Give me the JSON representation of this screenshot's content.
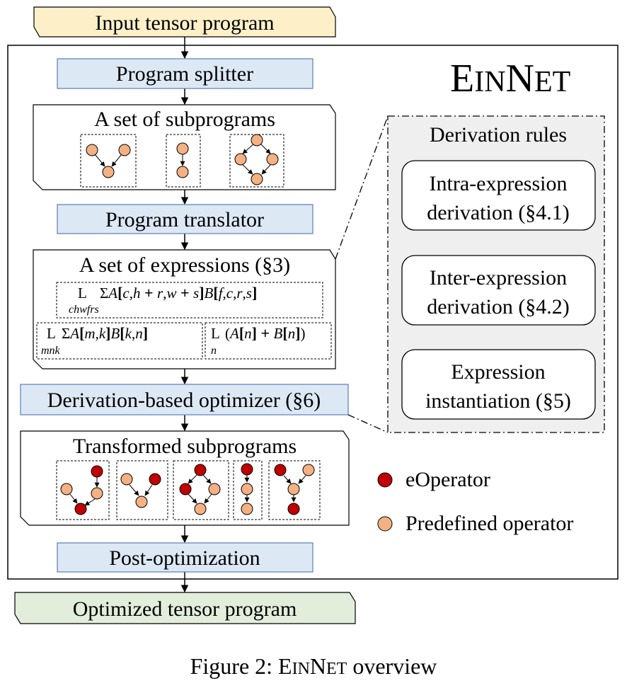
{
  "title": "EinNet",
  "title_parts": {
    "big1": "E",
    "small1": "IN",
    "big2": "N",
    "small2": "ET"
  },
  "colors": {
    "input_fill": "#fdf0c8",
    "stage_fill": "#dde8f5",
    "stage_stroke": "#5b7fb5",
    "output_fill": "#e2eedb",
    "rules_panel_fill": "#efefef",
    "eoperator": "#c00000",
    "predefined_operator": "#f4b183"
  },
  "nodes": {
    "input": "Input tensor program",
    "splitter": "Program splitter",
    "subprograms": "A set of subprograms",
    "translator": "Program translator",
    "expressions": "A set of expressions (§3)",
    "optimizer": "Derivation-based optimizer (§6)",
    "transformed": "Transformed subprograms",
    "post": "Post-optimization",
    "output": "Optimized tensor program"
  },
  "expressions": {
    "expr1": {
      "op": "L",
      "sum": "Σ",
      "subscript": "chwfrs",
      "A": "A",
      "A_args": [
        "c",
        "h",
        "r",
        "w",
        "s"
      ],
      "B": "B",
      "B_args": [
        "f",
        "c",
        "r",
        "s"
      ]
    },
    "expr2": {
      "op": "L",
      "sum": "Σ",
      "subscript": "mnk",
      "A": "A",
      "A_args": [
        "m",
        "k"
      ],
      "B": "B",
      "B_args": [
        "k",
        "n"
      ]
    },
    "expr3": {
      "op": "L",
      "subscript": "n",
      "A": "A",
      "A_args": [
        "n"
      ],
      "B": "B",
      "B_args": [
        "n"
      ]
    }
  },
  "rules": {
    "title": "Derivation rules",
    "items": [
      {
        "line1": "Intra-expression",
        "line2": "derivation (§4.1)"
      },
      {
        "line1": "Inter-expression",
        "line2": "derivation (§4.2)"
      },
      {
        "line1": "Expression",
        "line2": "instantiation (§5)"
      }
    ]
  },
  "legend": [
    {
      "label": "eOperator",
      "color": "#c00000"
    },
    {
      "label": "Predefined operator",
      "color": "#f4b183"
    }
  ],
  "caption": {
    "prefix": "Figure 2: ",
    "name_big1": "E",
    "name_small1": "IN",
    "name_big2": "N",
    "name_small2": "ET",
    "suffix": " overview"
  }
}
